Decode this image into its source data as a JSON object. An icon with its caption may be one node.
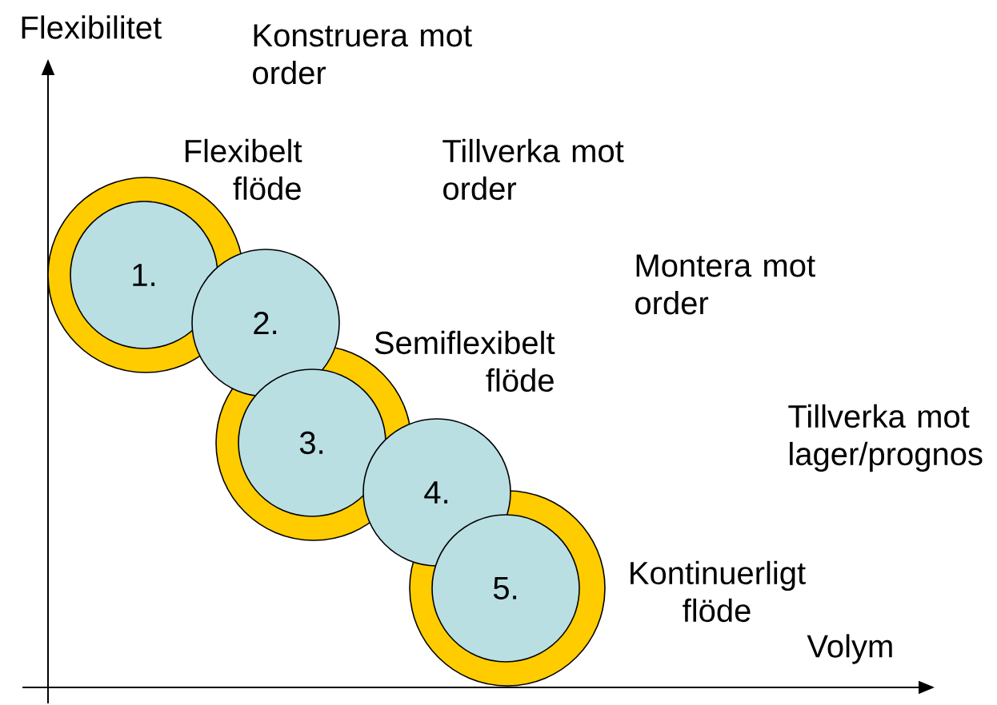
{
  "diagram": {
    "nodes": [
      {
        "text": [],
        "shape": "circle"
      },
      {
        "text": [
          "1."
        ],
        "in": 0
      },
      {
        "text": [
          "2."
        ]
      },
      {
        "text": [],
        "shape": "circle"
      },
      {
        "text": [
          "3."
        ],
        "in": 3
      },
      {
        "text": [
          "4."
        ]
      },
      {
        "text": [],
        "shape": "circle"
      },
      {
        "text": [
          "5."
        ],
        "in": 6
      }
    ],
    "edges": [],
    "labels": [
      "Flexibilitet",
      "Konstruera mot order",
      "Flexibelt flöde",
      "Tillverka mot order",
      "Montera mot order",
      "Semiflexibelt flöde",
      "Tillverka mot lager/prognos",
      "Kontinuerligt flöde",
      "Volym"
    ]
  }
}
